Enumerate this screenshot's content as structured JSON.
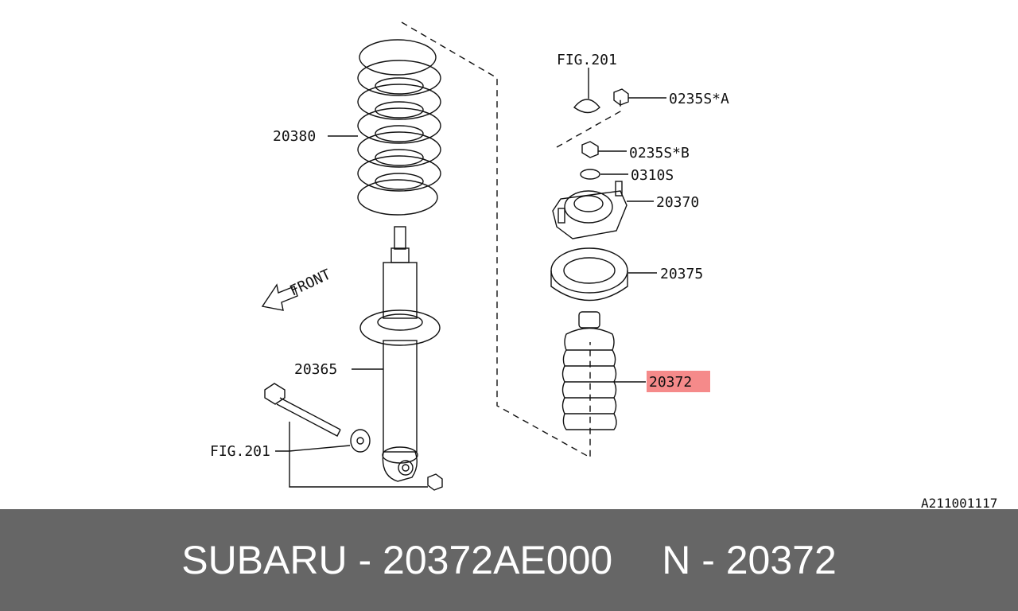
{
  "diagram": {
    "drawing_code": "A211001117",
    "labels": {
      "coil_spring": "20380",
      "strut": "20365",
      "fig_ref_top": "FIG.201",
      "fig_ref_bottom": "FIG.201",
      "nut_a": "0235S*A",
      "nut_b": "0235S*B",
      "washer": "0310S",
      "mount": "20370",
      "seat": "20375",
      "boot": "20372",
      "front": "FRONT"
    },
    "highlight_color": "#f58a8a"
  },
  "footer": {
    "brand_part": "SUBARU - 20372AE000",
    "ref": "N - 20372"
  }
}
